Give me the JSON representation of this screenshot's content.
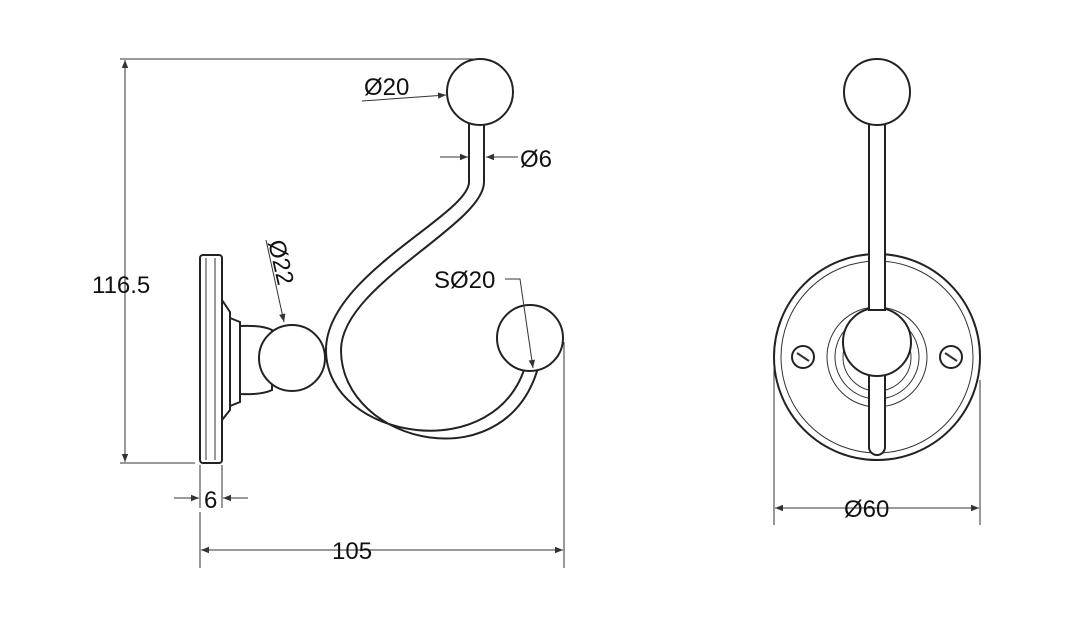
{
  "colors": {
    "line": "#222222",
    "background": "#ffffff"
  },
  "dimensions": {
    "height_total": "116.5",
    "knob_top_diameter": "Ø20",
    "rod_diameter": "Ø6",
    "collar_diameter": "Ø22",
    "lower_ball_diameter": "SØ20",
    "plate_thickness": "6",
    "depth_total": "105",
    "plate_diameter": "Ø60"
  }
}
